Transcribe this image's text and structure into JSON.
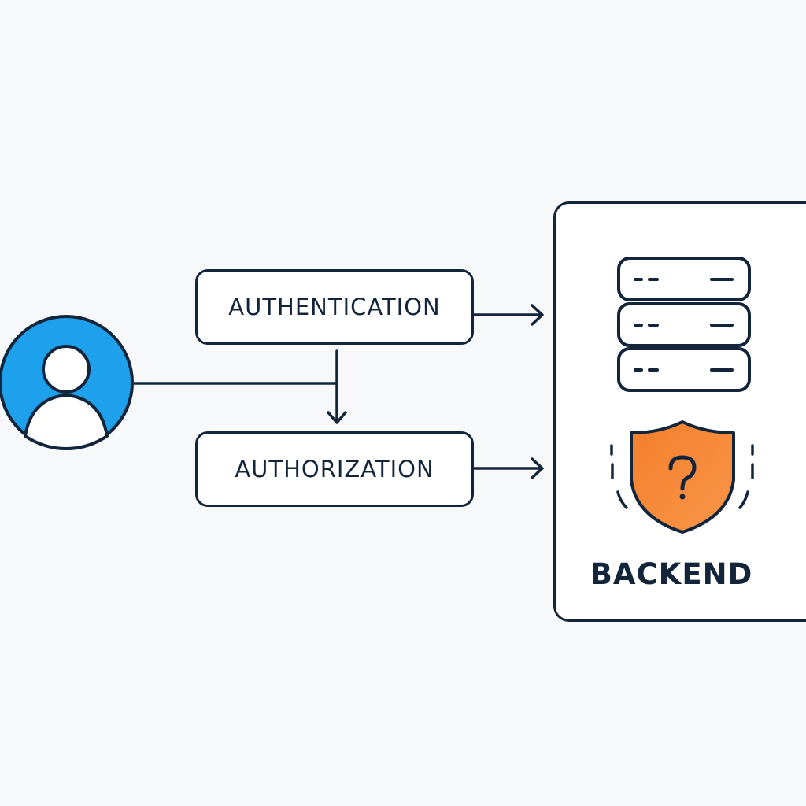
{
  "diagram": {
    "nodes": {
      "authentication": {
        "label": "AUTHENTICATION"
      },
      "authorization": {
        "label": "AUTHORIZATION"
      },
      "backend": {
        "label": "BACKEND"
      }
    },
    "icons": {
      "user": "user-avatar-icon",
      "server": "server-rack-icon",
      "shield": "shield-question-icon"
    },
    "colors": {
      "stroke": "#13253b",
      "user_circle": "#1ea1ec",
      "shield": "#f58634",
      "background": "#f6f8fa",
      "box_fill": "#ffffff"
    }
  }
}
